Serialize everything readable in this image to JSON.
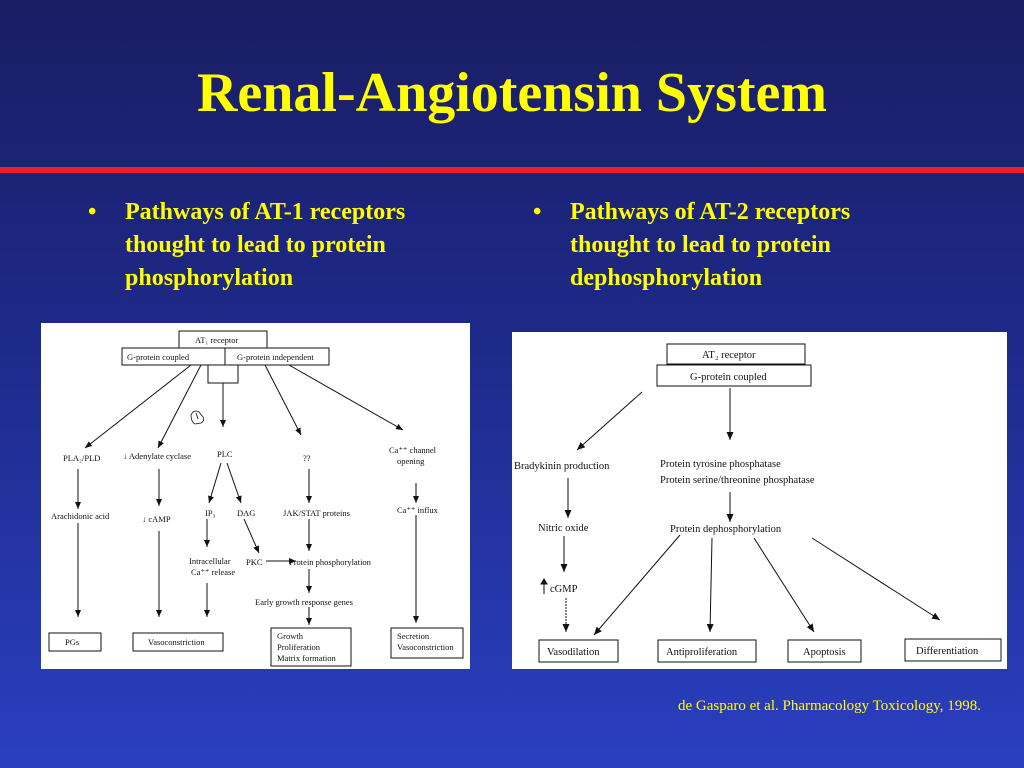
{
  "slide": {
    "title": "Renal-Angiotensin System",
    "bullet_char": "•",
    "bullets": [
      "Pathways of AT-1 receptors thought to lead to protein phosphorylation",
      "Pathways of AT-2 receptors thought to lead to protein dephosphorylation"
    ],
    "citation": "de Gasparo et al. Pharmacology Toxicology, 1998."
  },
  "colors": {
    "title": "#ffff00",
    "divider": "#e8212b",
    "background": "#1e2a8a"
  },
  "at1": {
    "receptor": "AT₁ receptor",
    "gprotein": "G-protein coupled",
    "gindependent": "G-protein independent",
    "pla": "PLA₂/PLD",
    "adenylate": "↓ Adenylate cyclase",
    "plc": "PLC",
    "unknown": "??",
    "ca_channel_1": "Ca⁺⁺ channel",
    "ca_channel_2": "opening",
    "arachidonic": "Arachidonic acid",
    "camp": "↓ cAMP",
    "ip3": "IP₃",
    "dag": "DAG",
    "jak": "JAK/STAT proteins",
    "ca_influx": "Ca⁺⁺ influx",
    "intracellular_1": "Intracellular",
    "intracellular_2": "Ca⁺⁺ release",
    "pkc": "PKC",
    "protein_phos": "Protein phosphorylation",
    "early_growth": "Early growth response genes",
    "pgs": "PGs",
    "vasoconstriction": "Vasoconstriction",
    "growth": "Growth",
    "proliferation": "Proliferation",
    "matrix": "Matrix formation",
    "secretion": "Secretion",
    "vasoconstriction2": "Vasoconstriction"
  },
  "at2": {
    "receptor": "AT₂ receptor",
    "gprotein": "G-protein coupled",
    "bradykinin": "Bradykinin production",
    "ptp": "Protein tyrosine phosphatase",
    "pstp": "Protein serine/threonine phosphatase",
    "no": "Nitric oxide",
    "cgmp": "cGMP",
    "dephos": "Protein dephosphorylation",
    "vasodilation": "Vasodilation",
    "antiproliferation": "Antiproliferation",
    "apoptosis": "Apoptosis",
    "differentiation": "Differentiation"
  }
}
